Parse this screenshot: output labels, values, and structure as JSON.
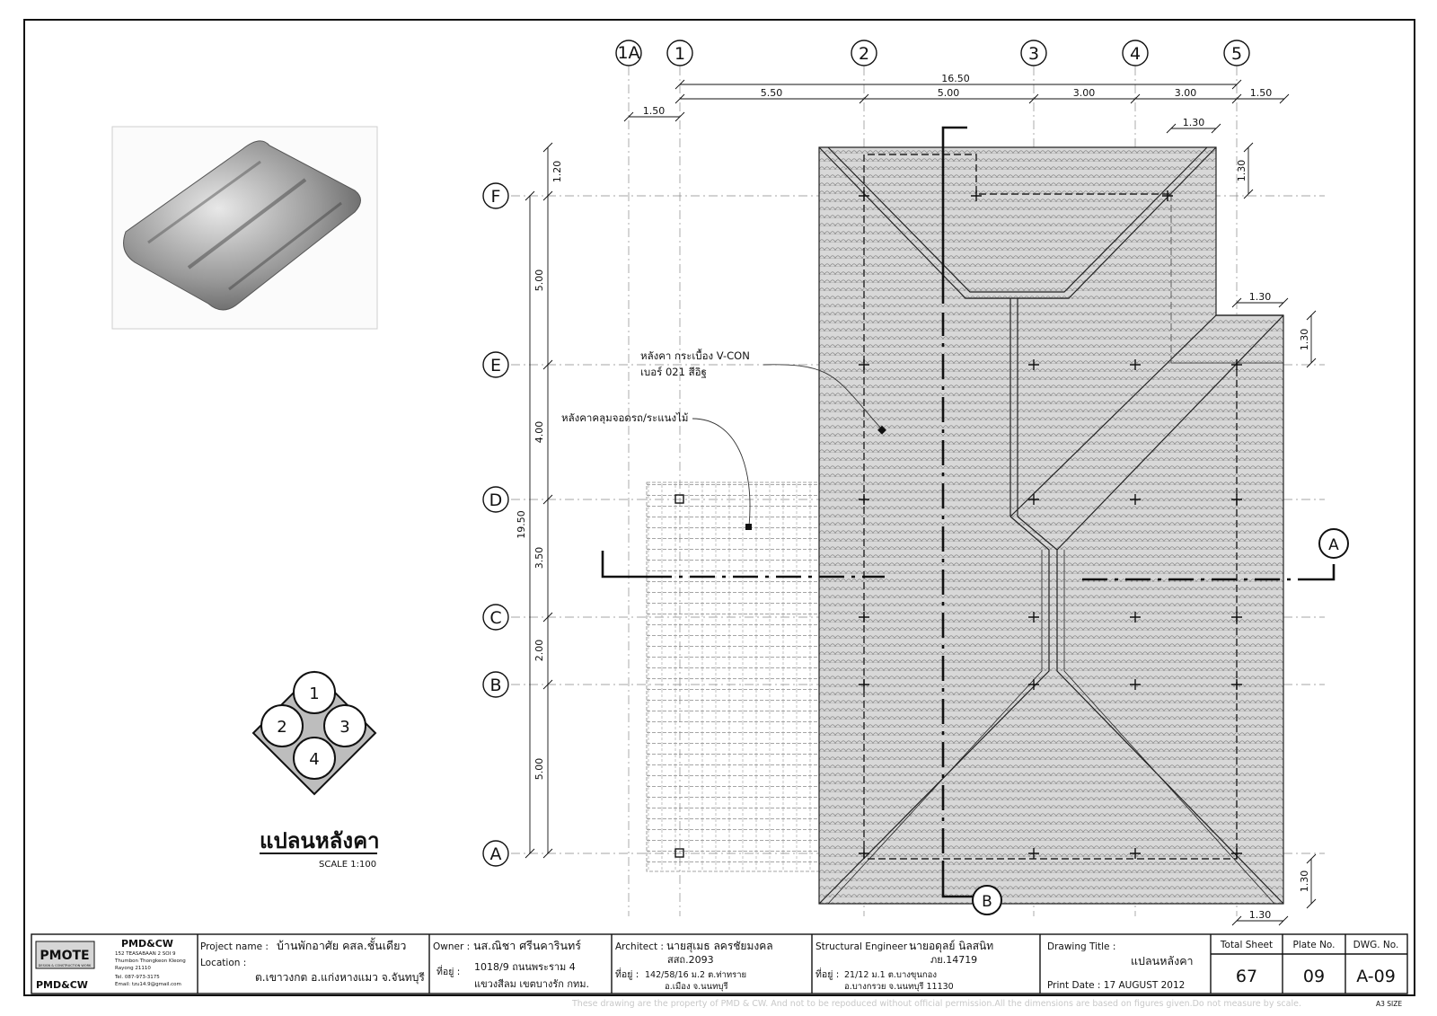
{
  "plan": {
    "title": "แปลนหลังคา",
    "scale": "SCALE 1:100",
    "roof_note_line1": "หลังคา กระเบื้อง V-CON",
    "roof_note_line2": "เบอร์ 021 สีอิฐ",
    "carport_note": "หลังคาคลุมจอดรถ/ระแนงไม้",
    "tile_pattern_numbers": [
      "1",
      "2",
      "3",
      "4"
    ],
    "section_a": "A",
    "section_b": "B"
  },
  "grid": {
    "columns": [
      "1A",
      "1",
      "2",
      "3",
      "4",
      "5"
    ],
    "rows": [
      "F",
      "E",
      "D",
      "C",
      "B",
      "A"
    ]
  },
  "dimensions": {
    "overall_top": "16.50",
    "top_spans": [
      "5.50",
      "5.00",
      "3.00",
      "3.00"
    ],
    "top_left_offset": "1.50",
    "top_right_offset": "1.50",
    "overall_left": "19.50",
    "left_spans": [
      "5.00",
      "4.00",
      "3.50",
      "2.00",
      "5.00"
    ],
    "top_overhang": "1.20",
    "eave_overhang": "1.30"
  },
  "title_block": {
    "company": "PMD&CW",
    "logo_text": "PMOTE",
    "logo_sub": "DESIGN & CONSTRUCTION WORK",
    "logo_bottom": "PMD&CW",
    "address_lines": [
      "152 TEASABAAN 2 SOI 9",
      "Thumbon Thongkeon Kleong",
      "Rayong 21110",
      "Tel. 087-973-3175",
      "Email: tzu14.9@gmail.com"
    ],
    "project_label": "Project name :",
    "project_value": "บ้านพักอาศัย คสล.ชั้นเดียว",
    "location_label": "Location :",
    "location_value": "ต.เขาวงกต อ.แก่งหางแมว จ.จันทบุรี",
    "owner_label": "Owner :",
    "owner_name": "นส.ณิชา ศรีนคารินทร์",
    "owner_addr_label": "ที่อยู่ :",
    "owner_addr_lines": [
      "1018/9 ถนนพระราม 4",
      "แขวงสีลม เขตบางรัก กทม."
    ],
    "architect_label": "Architect :",
    "architect_name": "นายสุเมธ ลครชัยมงคล",
    "architect_license": "สสถ.2093",
    "architect_addr_label": "ที่อยู่ :",
    "architect_addr_lines": [
      "142/58/16 ม.2 ต.ท่าทราย",
      "อ.เมือง จ.นนทบุรี"
    ],
    "engineer_label": "Structural Engineer :",
    "engineer_name": "นายอดุลย์ นิลสนิท",
    "engineer_license": "ภย.14719",
    "engineer_addr_label": "ที่อยู่ :",
    "engineer_addr_lines": [
      "21/12 ม.1 ต.บางขุนกอง",
      "อ.บางกรวย จ.นนทบุรี 11130"
    ],
    "drawing_title_label": "Drawing Title :",
    "drawing_title_value": "แปลนหลังคา",
    "print_date": "Print Date : 17 AUGUST 2012",
    "total_sheet_label": "Total Sheet",
    "total_sheet_value": "67",
    "plate_label": "Plate No.",
    "plate_value": "09",
    "dwg_label": "DWG. No.",
    "dwg_value": "A-09",
    "disclaimer": "These drawing are the property of PMD & CW. And not to be repoduced without official permission.All the dimensions are based on figures given.Do not measure by scale.",
    "paper_size": "A3 SIZE"
  }
}
